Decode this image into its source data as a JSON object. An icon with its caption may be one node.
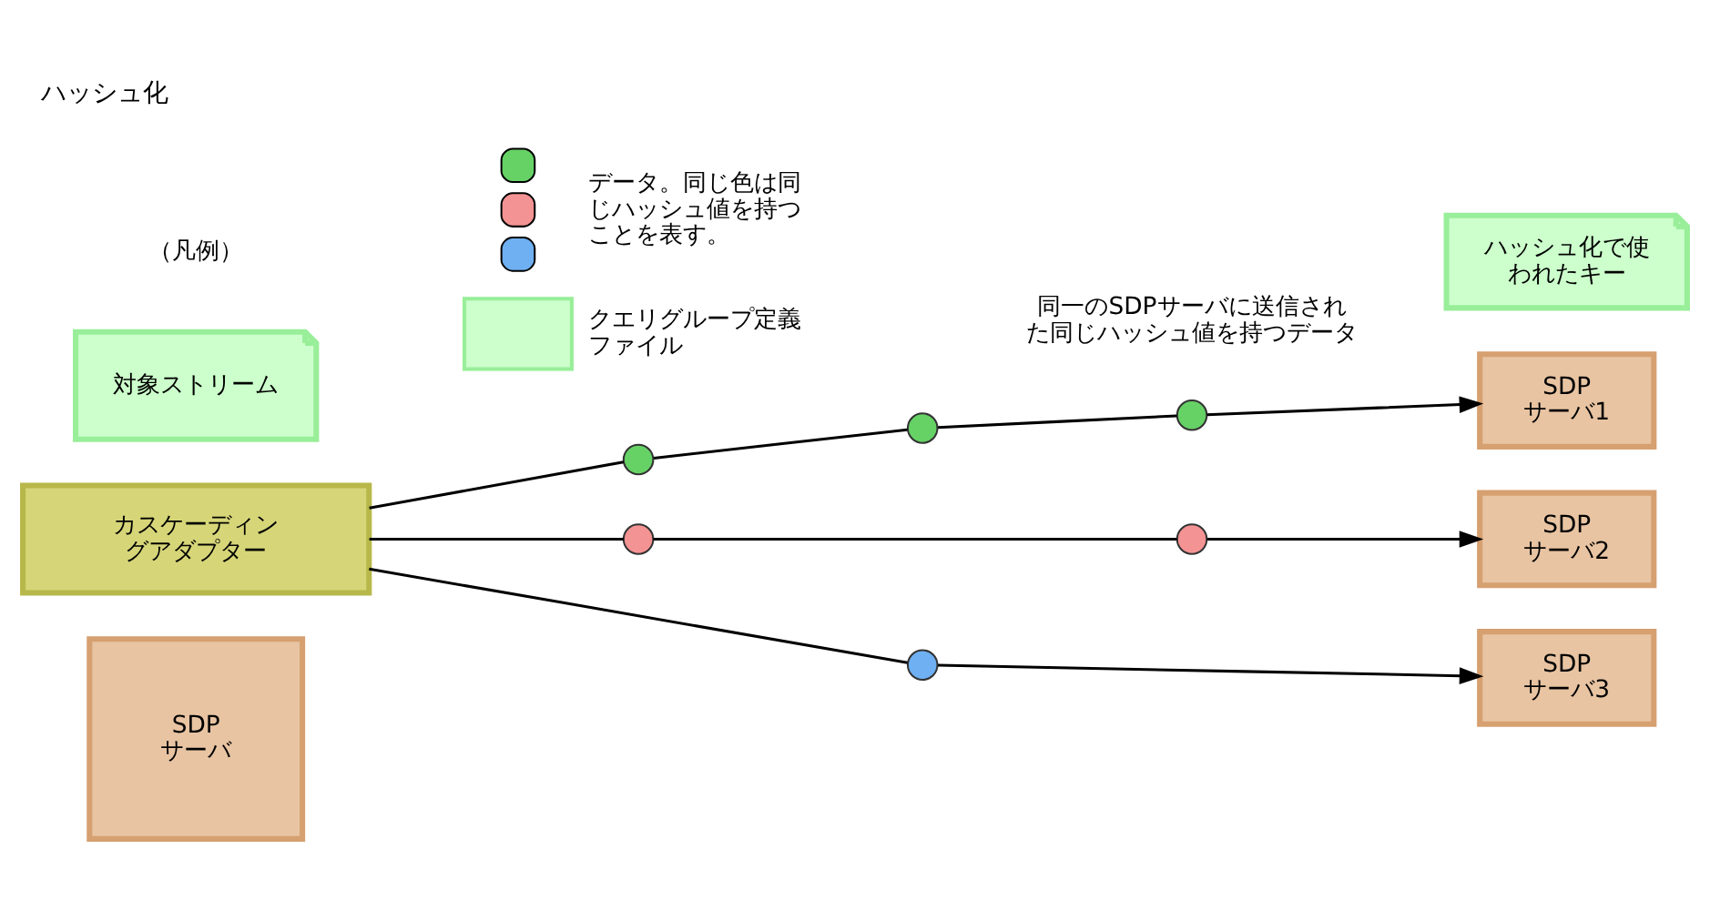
{
  "diagram": {
    "title": "ハッシュ化",
    "nodes": [
      {
        "text": [
          "SDP サーバ"
        ]
      },
      {
        "text": [
          "カスケーディングアダプター"
        ]
      },
      {
        "text": [
          "対象ストリーム"
        ]
      },
      {
        "text": [],
        "shape": "circle"
      },
      {
        "text": [],
        "shape": "circle"
      },
      {
        "text": [],
        "shape": "circle"
      },
      {
        "text": [],
        "shape": "circle"
      },
      {
        "text": [],
        "shape": "circle"
      },
      {
        "text": [],
        "shape": "circle"
      },
      {
        "text": [
          "SDP サーバ1"
        ]
      },
      {
        "text": [
          "SDP サーバ2"
        ]
      },
      {
        "text": [
          "SDP サーバ3"
        ]
      },
      {
        "text": [
          "ハッシュ化で使われたキー"
        ]
      }
    ],
    "edges": [
      {
        "from": 1,
        "to": 3,
        "arrow": "none"
      },
      {
        "from": 3,
        "to": 4,
        "arrow": "none"
      },
      {
        "from": 4,
        "to": 5,
        "arrow": "none"
      },
      {
        "from": 5,
        "to": 9,
        "arrow": "to"
      },
      {
        "from": 1,
        "to": 6,
        "arrow": "none"
      },
      {
        "from": 6,
        "to": 7,
        "arrow": "none"
      },
      {
        "from": 7,
        "to": 10,
        "arrow": "to"
      },
      {
        "from": 1,
        "to": 8,
        "arrow": "none"
      },
      {
        "from": 8,
        "to": 11,
        "arrow": "to"
      }
    ],
    "labels": [
      "同一のSDPサーバに送信された同じハッシュ値を持つデータ",
      "（凡例）"
    ],
    "legend": [
      {
        "text": "データ。同じ色は同じハッシュ値を持つことを表す。",
        "color": "#66d266"
      },
      {
        "text": "クエリグループ定義ファイル"
      }
    ]
  }
}
